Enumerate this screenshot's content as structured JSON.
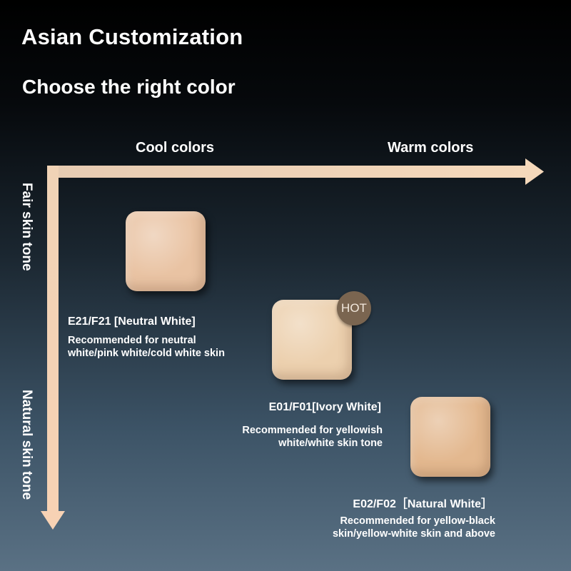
{
  "title": "Asian Customization",
  "subtitle": "Choose the right color",
  "x_axis": {
    "left_label": "Cool colors",
    "right_label": "Warm colors"
  },
  "y_axis": {
    "top_label": "Fair skin tone",
    "bottom_label": "Natural skin tone"
  },
  "colors": {
    "axis": "#f0d3b6",
    "badge": "#7a6550"
  },
  "shades": [
    {
      "name": "E21/F21 [Neutral White]",
      "desc_line1": "Recommended for neutral",
      "desc_line2": "white/pink white/cold white skin",
      "color": "#e9c3a3"
    },
    {
      "name": "E01/F01[Ivory White]",
      "desc_line1": "Recommended for yellowish",
      "desc_line2": "white/white skin tone",
      "color": "#ecd0ae",
      "badge": "HOT"
    },
    {
      "name": "E02/F02［Natural White］",
      "desc_line1": "Recommended for yellow-black",
      "desc_line2": "skin/yellow-white skin and above",
      "color": "#e3b88f"
    }
  ]
}
